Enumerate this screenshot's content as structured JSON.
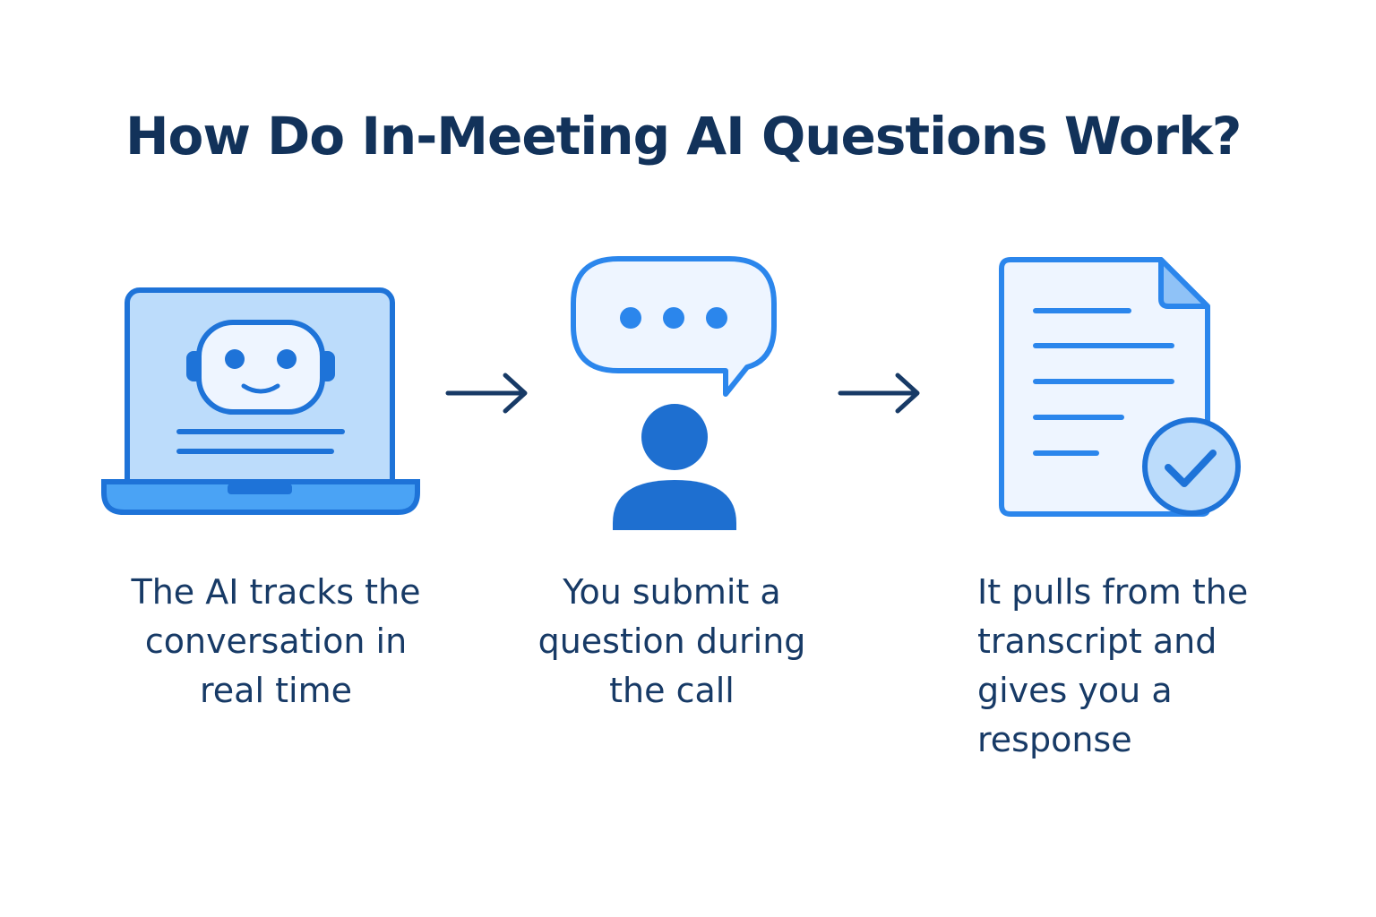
{
  "title": "How Do In-Meeting AI Questions Work?",
  "steps": [
    {
      "icon": "laptop-robot-icon",
      "caption": "The AI tracks the\nconversation in\nreal time"
    },
    {
      "icon": "chat-person-icon",
      "caption": "You submit a\nquestion during\nthe call"
    },
    {
      "icon": "document-check-icon",
      "caption": "It pulls from the\ntranscript and\ngives you a\nresponse"
    }
  ],
  "colors": {
    "title": "#12325a",
    "text": "#173a66",
    "primary_blue": "#1e73d8",
    "light_blue": "#bcdcfb",
    "pale_blue": "#eef5ff",
    "arrow": "#173a66"
  }
}
